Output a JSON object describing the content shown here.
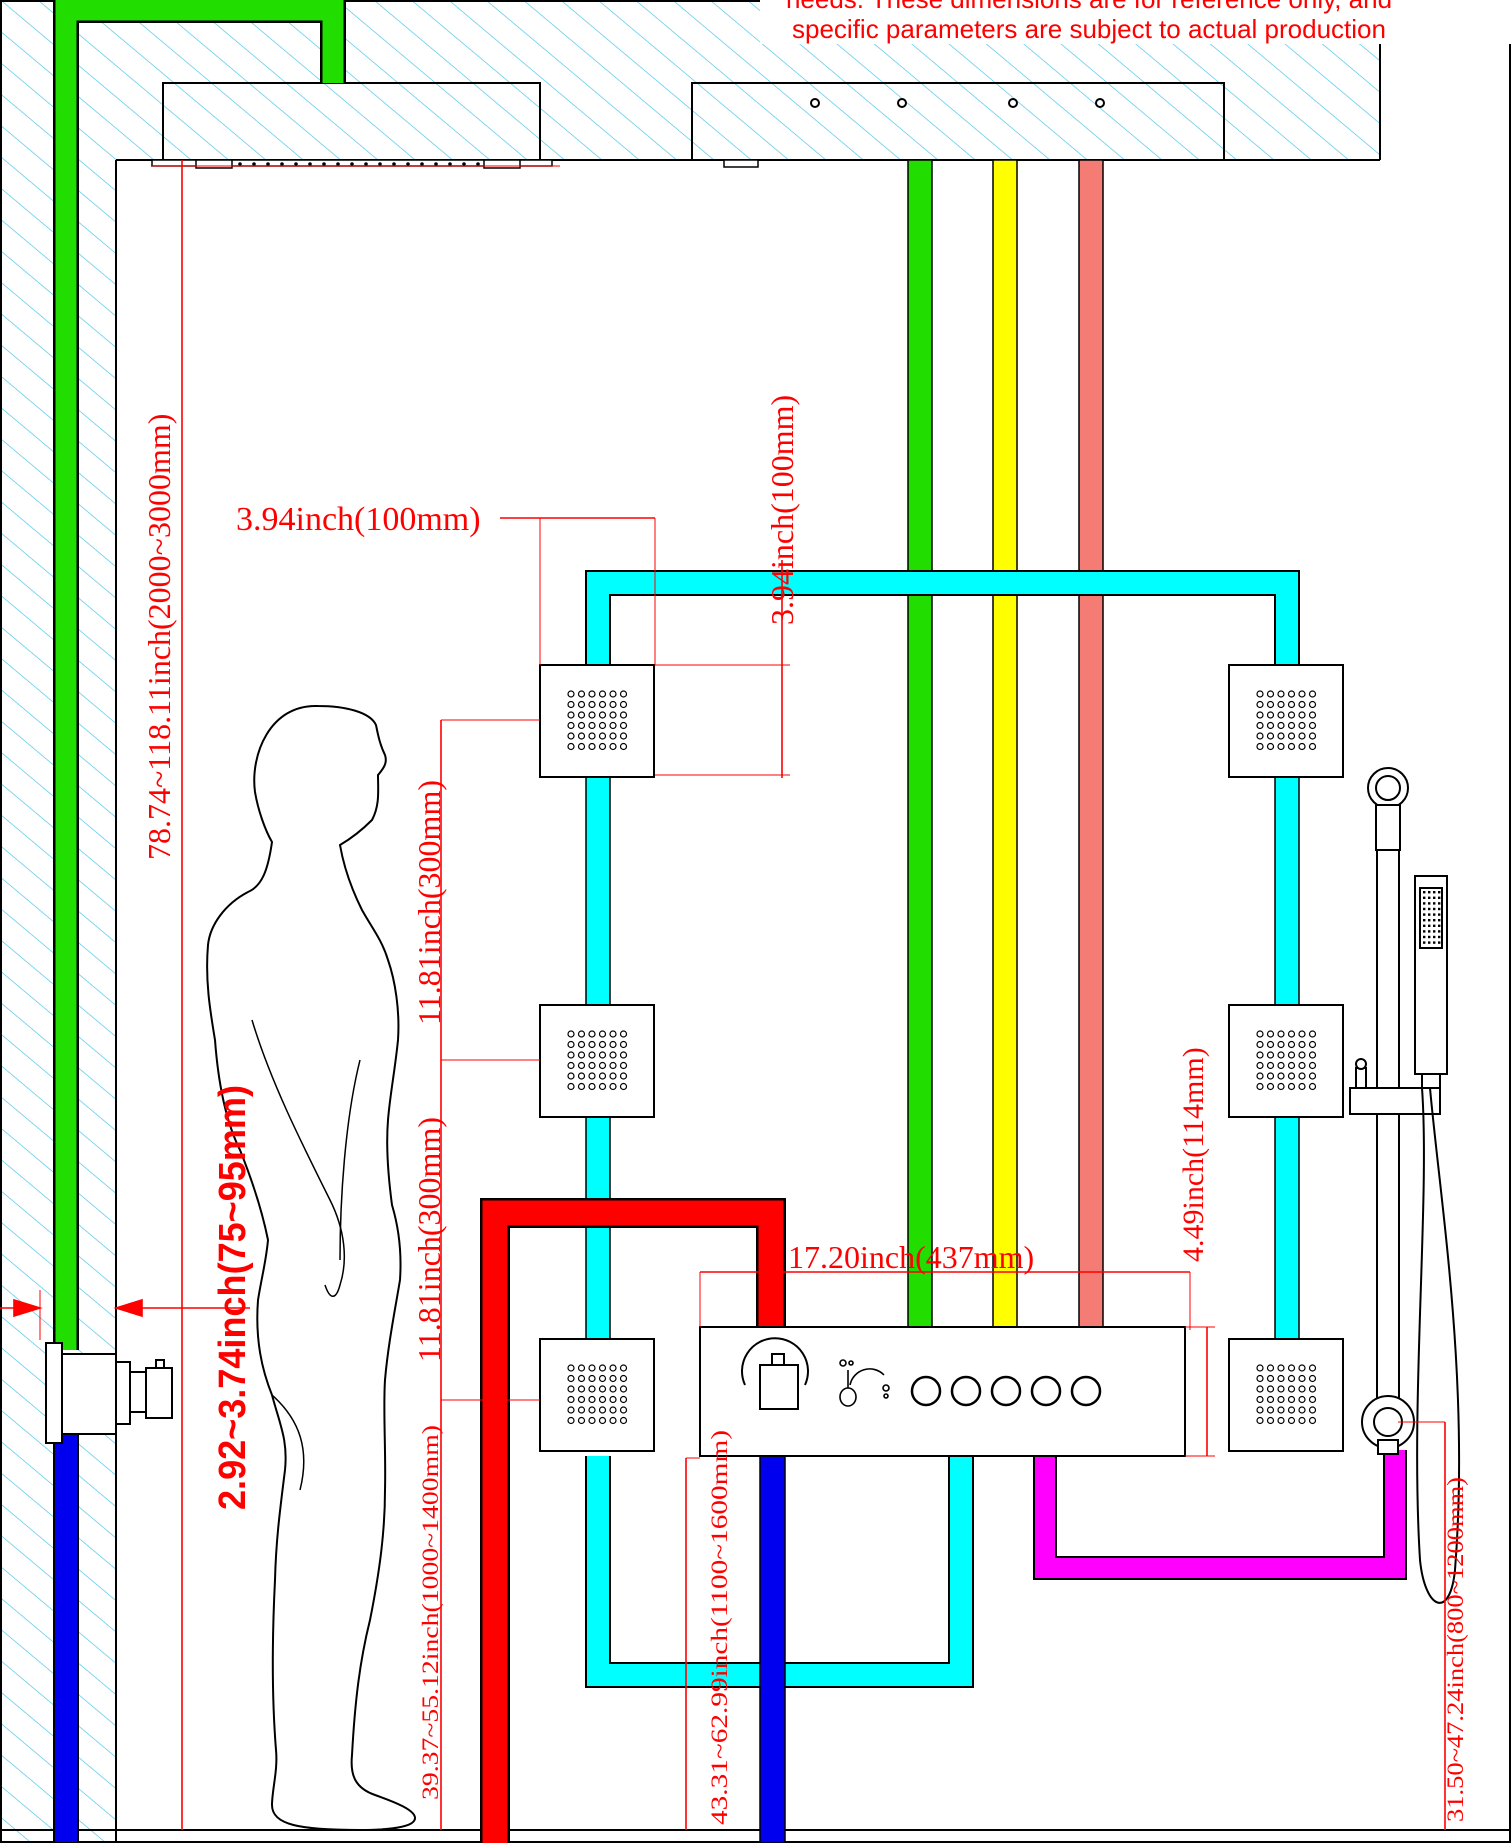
{
  "note": {
    "line1": "needs. These dimensions are for reference only, and",
    "line2": "specific parameters are subject to actual production"
  },
  "dimensions": {
    "total_height": "78.74~118.11inch(2000~3000mm)",
    "wall_depth": "2.92~3.74inch(75~95mm)",
    "jet_width": "3.94inch(100mm)",
    "jet_height": "3.94inch(100mm)",
    "jet_spacing_upper": "11.81inch(300mm)",
    "jet_spacing_lower": "11.81inch(300mm)",
    "lower_jet_height": "39.37~55.12inch(1000~1400mm)",
    "panel_height_from_floor": "43.31~62.99inch(1100~1600mm)",
    "panel_width": "17.20inch(437mm)",
    "panel_height": "4.49inch(114mm)",
    "handshower_outlet_height": "31.50~47.24inch(800~1200mm)"
  },
  "colors": {
    "dim": "#ff0000",
    "green": "#22dd00",
    "yellow": "#ffff00",
    "salmon": "#f47c74",
    "cyan": "#00ffff",
    "red": "#ff0000",
    "blue": "#0000ee",
    "magenta": "#ff00ff",
    "hatch": "#3fc3e8"
  },
  "icons": [
    "body-jet-icon",
    "thermostat-knob-icon",
    "diverter-button-icon",
    "hand-shower-icon"
  ]
}
